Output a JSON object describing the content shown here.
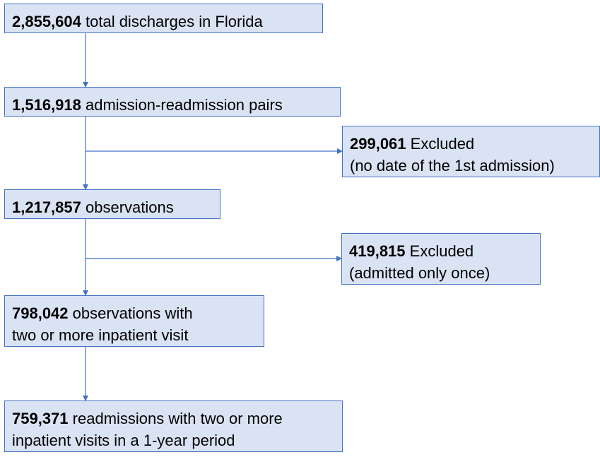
{
  "boxes": [
    {
      "id": "total-discharges",
      "number": "2,855,604",
      "lines": [
        "total discharges in Florida"
      ]
    },
    {
      "id": "pairs",
      "number": "1,516,918",
      "lines": [
        "admission-readmission pairs"
      ]
    },
    {
      "id": "excluded-no-date",
      "number": "299,061",
      "lines": [
        "Excluded",
        "(no date of the 1st admission)"
      ]
    },
    {
      "id": "observations",
      "number": "1,217,857",
      "lines": [
        "observations"
      ]
    },
    {
      "id": "excluded-once",
      "number": "419,815",
      "lines": [
        "Excluded",
        "(admitted only once)"
      ]
    },
    {
      "id": "two-or-more",
      "number": "798,042",
      "lines": [
        " observations with",
        "two or more inpatient visit"
      ]
    },
    {
      "id": "readmissions",
      "number": "759,371",
      "lines": [
        "readmissions with two or more",
        "inpatient visits in a 1-year period"
      ]
    }
  ],
  "colors": {
    "box_fill": "#dae3f3",
    "box_border": "#4472c4",
    "connector": "#4472c4"
  }
}
